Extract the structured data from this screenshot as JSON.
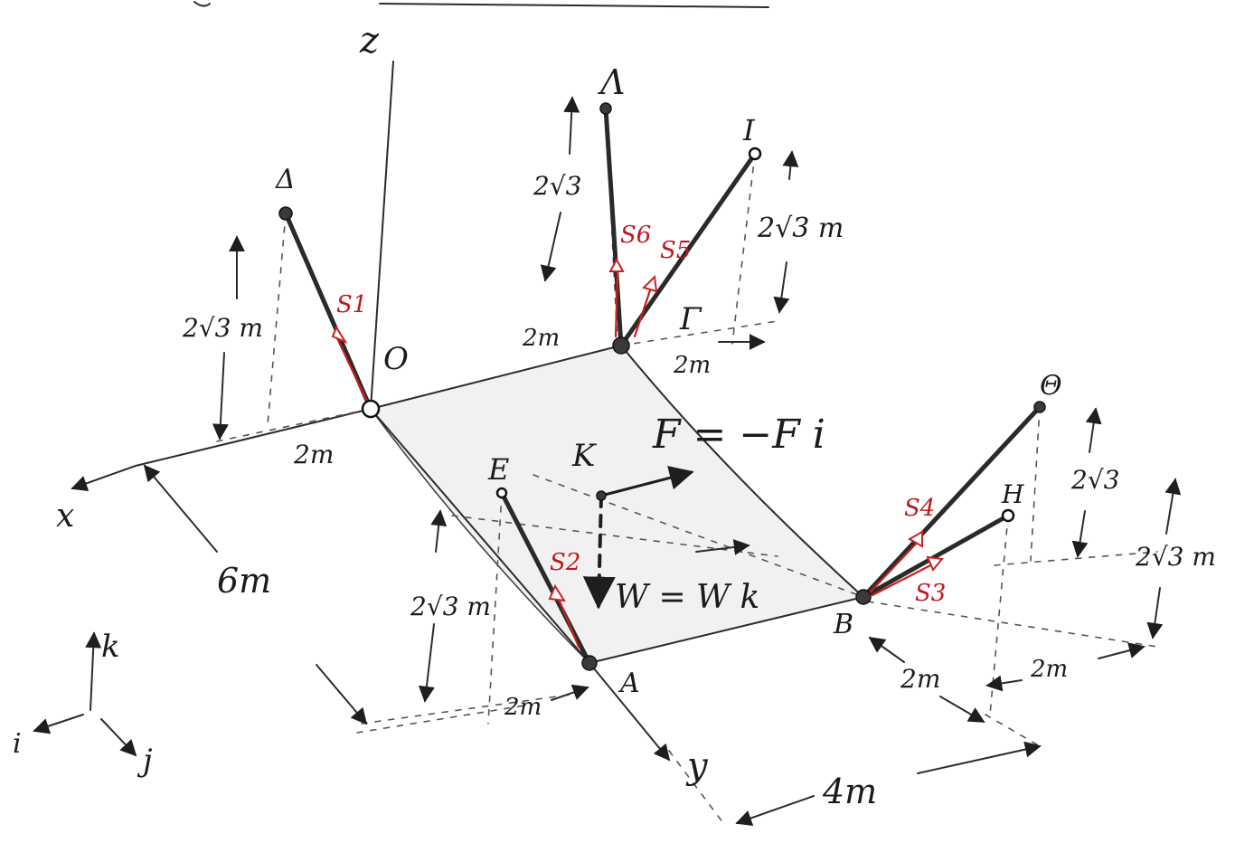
{
  "points": {
    "O": "O",
    "A": "A",
    "B": "B",
    "K": "K",
    "E": "E",
    "H": "H",
    "Delta": "Δ",
    "Lambda": "Λ",
    "I": "I",
    "Theta": "Θ",
    "Gamma": "Γ"
  },
  "axes": {
    "x": "x",
    "y": "y",
    "z": "z"
  },
  "unit_vectors": {
    "i": "i",
    "j": "j",
    "k": "k"
  },
  "forces": {
    "S1": "S1",
    "S2": "S2",
    "S3": "S3",
    "S4": "S4",
    "S5": "S5",
    "S6": "S6",
    "F": "F = −F i",
    "W": "W = W k"
  },
  "dimensions": {
    "h_delta": "2√3 m",
    "h_lambda": "2√3",
    "h_i": "2√3 m",
    "h_e": "2√3 m",
    "h_theta": "2√3",
    "h_h": "2√3 m",
    "x_delta": "2m",
    "gamma_top": "2m",
    "gamma_right": "2m",
    "e_side": "2m",
    "b_side": "2m",
    "h_side": "2m",
    "length_x": "6m",
    "length_y": "4m"
  },
  "colors": {
    "ink": "#1e1e1e",
    "force_red": "#cc1f1f"
  }
}
